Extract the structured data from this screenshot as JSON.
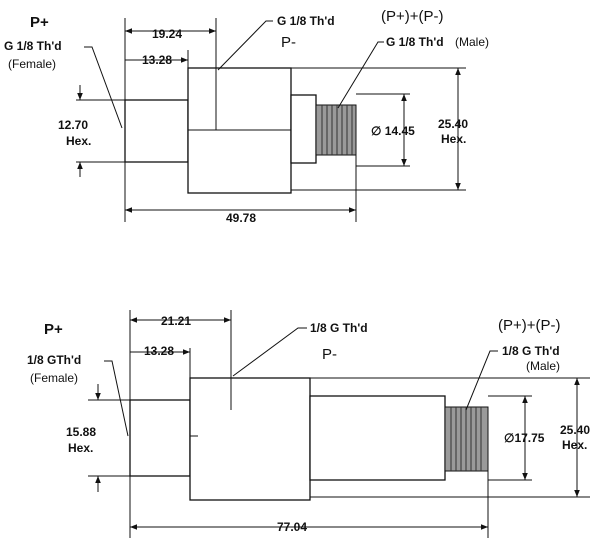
{
  "top": {
    "p_plus": "P+",
    "left_port_line1": "G 1/8 Th'd",
    "left_port_line2": "(Female)",
    "dim_19_24": "19.24",
    "dim_13_28": "13.28",
    "mid_port": "G 1/8 Th'd",
    "p_minus": "P-",
    "combo": "(P+)+(P-)",
    "right_port": "G 1/8 Th'd",
    "right_port_type": "(Male)",
    "hex_left_value": "12.70",
    "hex_left_unit": "Hex.",
    "diameter": "∅ 14.45",
    "hex_right_value": "25.40",
    "hex_right_unit": "Hex.",
    "length": "49.78"
  },
  "bottom": {
    "p_plus": "P+",
    "left_port_line1": "1/8 GTh'd",
    "left_port_line2": "(Female)",
    "dim_21_21": "21.21",
    "dim_13_28": "13.28",
    "mid_port": "1/8 G Th'd",
    "p_minus": "P-",
    "combo": "(P+)+(P-)",
    "right_port": "1/8 G Th'd",
    "right_port_type": "(Male)",
    "hex_left_value": "15.88",
    "hex_left_unit": "Hex.",
    "diameter": "∅17.75",
    "hex_right_value": "25.40",
    "hex_right_unit": "Hex.",
    "length": "77.04"
  }
}
